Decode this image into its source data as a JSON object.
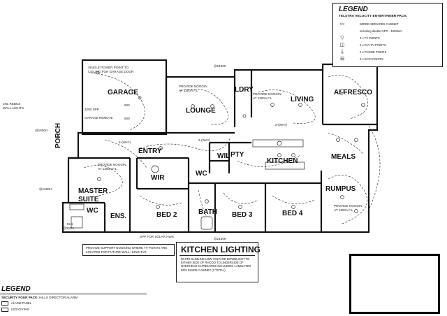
{
  "legend": {
    "title": "LEGEND",
    "subtitle": "TELSTRA VELOCITY ENTERTAINER PACK:",
    "items": [
      {
        "symbol_icon": "cabinet-icon",
        "glyph": "▭",
        "label": "WIRED SERVICES CABINET"
      },
      {
        "symbol_icon": "cabinet-note",
        "glyph": "",
        "label": "including double GPO - 1500mm"
      },
      {
        "symbol_icon": "tv-point-icon",
        "glyph": "▽",
        "label": "4 x TV POINTS"
      },
      {
        "symbol_icon": "pay-tv-icon",
        "glyph": "◫",
        "label": "2 x PAY TV POINTS"
      },
      {
        "symbol_icon": "phone-point-icon",
        "glyph": "⏚",
        "label": "2 x PHONE POINTS"
      },
      {
        "symbol_icon": "data-point-icon",
        "glyph": "⊟",
        "label": "2 x DATA POINTS"
      }
    ]
  },
  "rooms": {
    "garage": "GARAGE",
    "lounge": "LOUNGE",
    "ldry": "LDRY",
    "living": "LIVING",
    "alfresco": "ALFRESCO",
    "entry": "ENTRY",
    "porch": "PORCH",
    "wil": "WIL",
    "pty": "PTY",
    "kitchen": "KITCHEN",
    "meals": "MEALS",
    "wir": "WIR",
    "wc_mid": "WC",
    "master_suite_1": "MASTER",
    "master_suite_2": "SUITE",
    "wc_ens": "WC",
    "ens": "ENS.",
    "bed2": "BED 2",
    "bath": "BATH",
    "bed3": "BED 3",
    "bed4": "BED 4",
    "rumpus": "RUMPUS"
  },
  "notes": {
    "garage_power_1": "SINGLE POWER POINT TO",
    "garage_power_2": "CEILING FOR GARAGE DOOR",
    "garage_spp": "3200 SPP",
    "garage_remote": "GARAGE REMOTE",
    "rebus_1": "2NL REBUS",
    "rebus_2": "WALL LIGHTS",
    "lounge_noggin_1": "PROVIDE NOGGIN",
    "lounge_noggin_2": "AT 1300A.F.L",
    "living_noggin_1": "PROVIDE NOGGIN",
    "living_noggin_2": "AT 1300A.F.L",
    "master_noggin_1": "PROVIDE NOGGIN",
    "master_noggin_2": "AT 1300A.F.L",
    "rumpus_noggin_1": "PROVIDE NOGGIN",
    "rumpus_noggin_2": "AT 1300A.F.L",
    "twoway_1": "2-(WAY)",
    "twoway_2": "2-(WAY)",
    "twoway_3": "2-(WAY)",
    "h2150_top": "@2150H",
    "h2150_bottom": "@2150H",
    "h1600_a": "@1600H",
    "h1600_b": "@1600H",
    "h300": "@300H",
    "mb": "M.B.",
    "hws": "SPP FOR SOLAR HWS",
    "dim_600_a": "600",
    "dim_600_b": "600"
  },
  "support_note": "PROVIDE SUPPORT NOGGING WHERE TV POINTS ARE LOCATED FOR FUTURE WALL HUNG TVS",
  "kitchen_lighting": {
    "title": "KITCHEN LIGHTING",
    "text": "WHITE SLIMLINE LOW VOLTAGE DOWNLIGHT TO EITHER SIDE OF RHCOO TO UNDERSIDE OF OVERHEAD CUPBOARDS INCLUDING LAMINATED BOX INSIDE CABINET (2 TOTAL)"
  },
  "legend2": {
    "title": "LEGEND",
    "subtitle": "SECURITY FOUR PACK:",
    "subtitle_note": "HILLS DIRECTOR ALARM",
    "items": [
      {
        "icon": "alarm-panel-icon",
        "label": "ALARM PANEL"
      },
      {
        "icon": "led-keypad-icon",
        "label": "LED KEYPAD"
      }
    ]
  }
}
